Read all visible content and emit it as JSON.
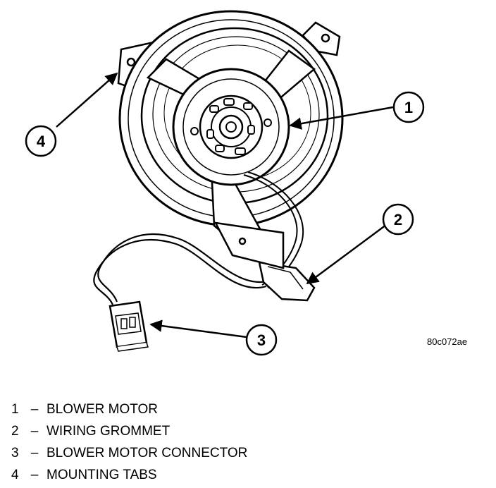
{
  "figure": {
    "id_label": "80c072ae",
    "callouts": [
      {
        "number": "1",
        "label": "BLOWER MOTOR"
      },
      {
        "number": "2",
        "label": "WIRING GROMMET"
      },
      {
        "number": "3",
        "label": "BLOWER MOTOR CONNECTOR"
      },
      {
        "number": "4",
        "label": "MOUNTING TABS"
      }
    ]
  },
  "legend": {
    "separator": "–",
    "items": [
      {
        "number": "1",
        "label": "BLOWER MOTOR"
      },
      {
        "number": "2",
        "label": "WIRING GROMMET"
      },
      {
        "number": "3",
        "label": "BLOWER MOTOR CONNECTOR"
      },
      {
        "number": "4",
        "label": "MOUNTING TABS"
      }
    ]
  }
}
